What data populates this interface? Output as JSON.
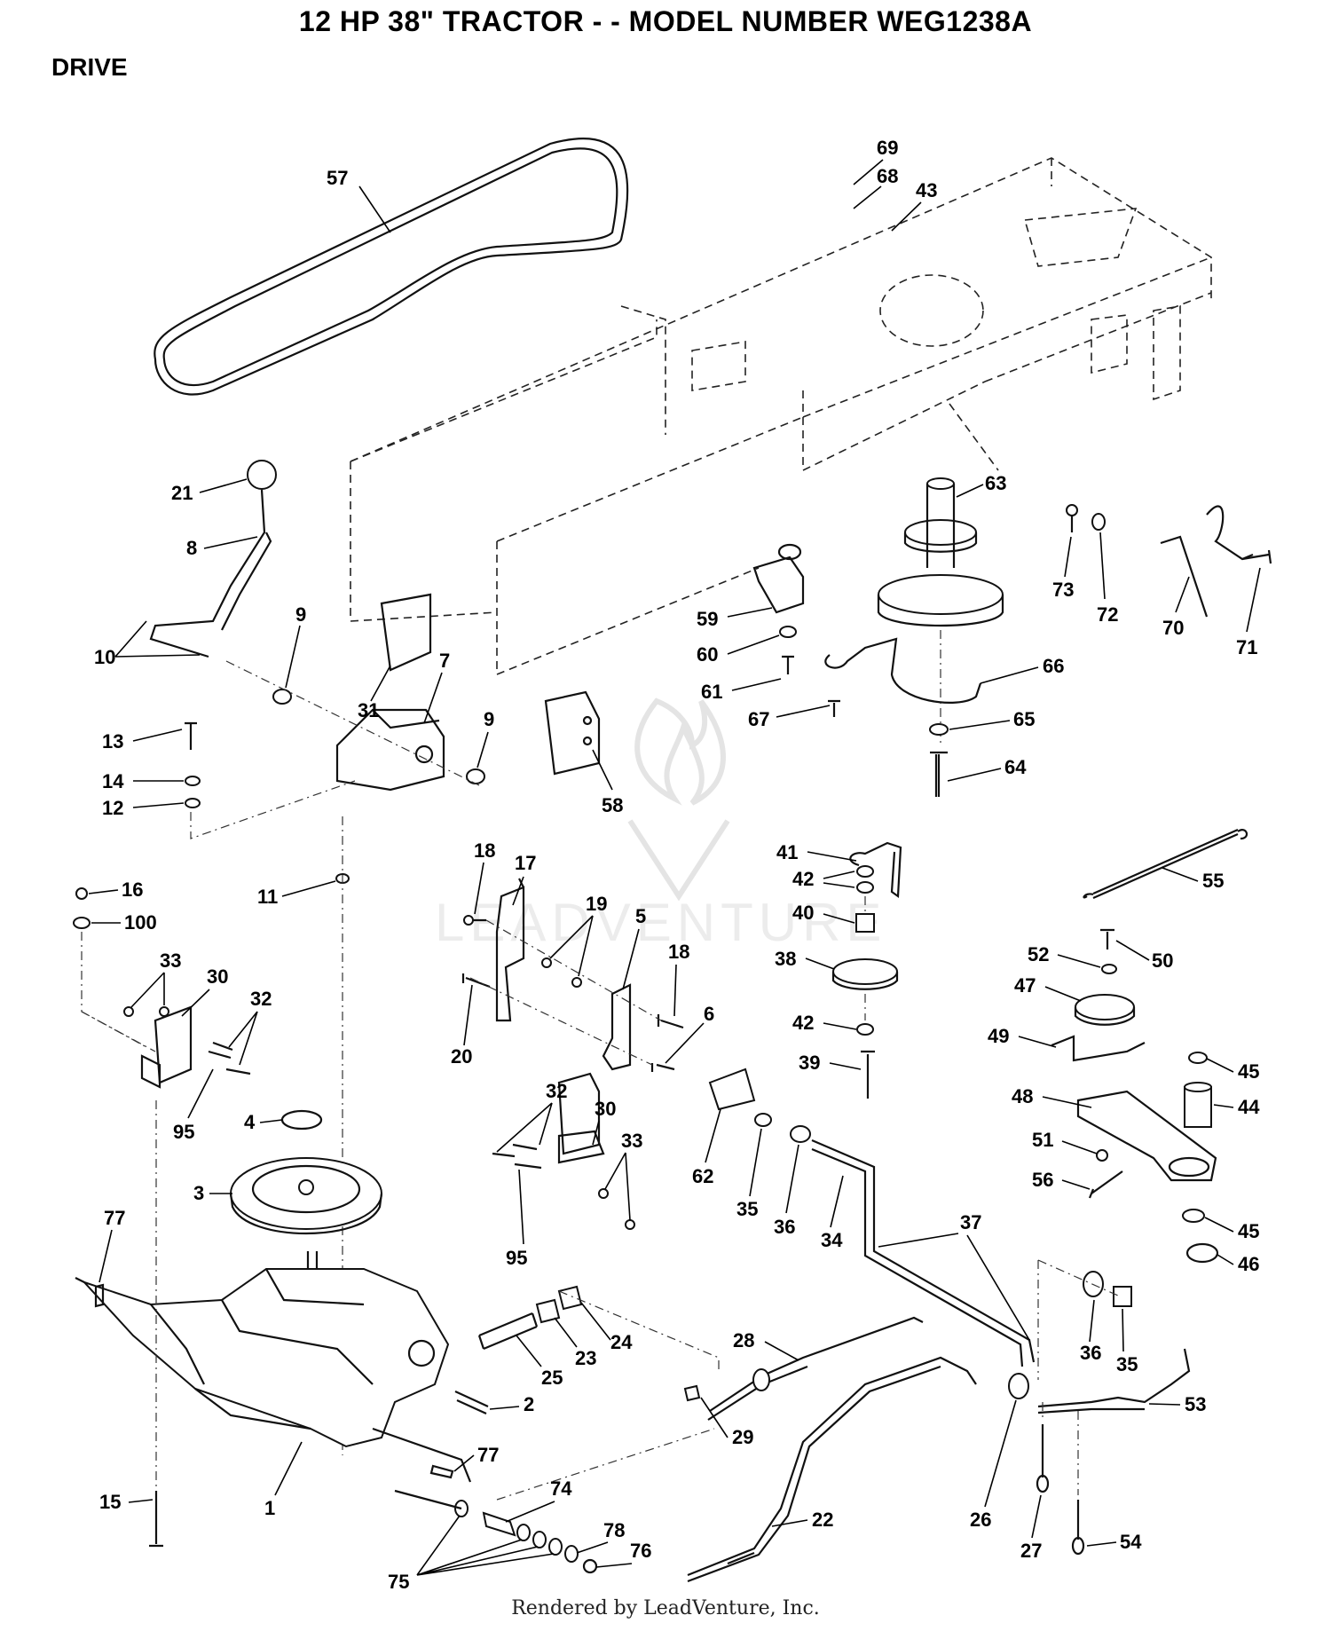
{
  "header": {
    "title": "12 HP 38\" TRACTOR - - MODEL NUMBER WEG1238A",
    "section": "DRIVE"
  },
  "watermark": "LEADVENTURE",
  "footer": "Rendered by LeadVenture, Inc.",
  "callouts": [
    {
      "id": "57",
      "label": "57"
    },
    {
      "id": "69",
      "label": "69"
    },
    {
      "id": "68",
      "label": "68"
    },
    {
      "id": "43",
      "label": "43"
    },
    {
      "id": "21",
      "label": "21"
    },
    {
      "id": "8",
      "label": "8"
    },
    {
      "id": "9a",
      "label": "9"
    },
    {
      "id": "10",
      "label": "10"
    },
    {
      "id": "31",
      "label": "31"
    },
    {
      "id": "7",
      "label": "7"
    },
    {
      "id": "9b",
      "label": "9"
    },
    {
      "id": "13",
      "label": "13"
    },
    {
      "id": "14",
      "label": "14"
    },
    {
      "id": "12",
      "label": "12"
    },
    {
      "id": "58",
      "label": "58"
    },
    {
      "id": "63",
      "label": "63"
    },
    {
      "id": "73",
      "label": "73"
    },
    {
      "id": "72",
      "label": "72"
    },
    {
      "id": "70",
      "label": "70"
    },
    {
      "id": "71",
      "label": "71"
    },
    {
      "id": "59",
      "label": "59"
    },
    {
      "id": "60",
      "label": "60"
    },
    {
      "id": "61",
      "label": "61"
    },
    {
      "id": "67",
      "label": "67"
    },
    {
      "id": "66",
      "label": "66"
    },
    {
      "id": "65",
      "label": "65"
    },
    {
      "id": "64",
      "label": "64"
    },
    {
      "id": "41",
      "label": "41"
    },
    {
      "id": "42a",
      "label": "42"
    },
    {
      "id": "40",
      "label": "40"
    },
    {
      "id": "38",
      "label": "38"
    },
    {
      "id": "42b",
      "label": "42"
    },
    {
      "id": "39",
      "label": "39"
    },
    {
      "id": "55",
      "label": "55"
    },
    {
      "id": "18a",
      "label": "18"
    },
    {
      "id": "17",
      "label": "17"
    },
    {
      "id": "19",
      "label": "19"
    },
    {
      "id": "5",
      "label": "5"
    },
    {
      "id": "18b",
      "label": "18"
    },
    {
      "id": "20",
      "label": "20"
    },
    {
      "id": "6",
      "label": "6"
    },
    {
      "id": "16",
      "label": "16"
    },
    {
      "id": "100",
      "label": "100"
    },
    {
      "id": "11",
      "label": "11"
    },
    {
      "id": "33a",
      "label": "33"
    },
    {
      "id": "30a",
      "label": "30"
    },
    {
      "id": "32a",
      "label": "32"
    },
    {
      "id": "95a",
      "label": "95"
    },
    {
      "id": "4",
      "label": "4"
    },
    {
      "id": "3",
      "label": "3"
    },
    {
      "id": "52",
      "label": "52"
    },
    {
      "id": "50",
      "label": "50"
    },
    {
      "id": "47",
      "label": "47"
    },
    {
      "id": "49",
      "label": "49"
    },
    {
      "id": "45a",
      "label": "45"
    },
    {
      "id": "44",
      "label": "44"
    },
    {
      "id": "48",
      "label": "48"
    },
    {
      "id": "51",
      "label": "51"
    },
    {
      "id": "56",
      "label": "56"
    },
    {
      "id": "45b",
      "label": "45"
    },
    {
      "id": "46",
      "label": "46"
    },
    {
      "id": "32b",
      "label": "32"
    },
    {
      "id": "30b",
      "label": "30"
    },
    {
      "id": "33b",
      "label": "33"
    },
    {
      "id": "95b",
      "label": "95"
    },
    {
      "id": "62",
      "label": "62"
    },
    {
      "id": "35a",
      "label": "35"
    },
    {
      "id": "36a",
      "label": "36"
    },
    {
      "id": "34",
      "label": "34"
    },
    {
      "id": "37",
      "label": "37"
    },
    {
      "id": "77a",
      "label": "77"
    },
    {
      "id": "24",
      "label": "24"
    },
    {
      "id": "23",
      "label": "23"
    },
    {
      "id": "25",
      "label": "25"
    },
    {
      "id": "28",
      "label": "28"
    },
    {
      "id": "36b",
      "label": "36"
    },
    {
      "id": "35b",
      "label": "35"
    },
    {
      "id": "2",
      "label": "2"
    },
    {
      "id": "53",
      "label": "53"
    },
    {
      "id": "29",
      "label": "29"
    },
    {
      "id": "77b",
      "label": "77"
    },
    {
      "id": "15",
      "label": "15"
    },
    {
      "id": "1",
      "label": "1"
    },
    {
      "id": "74",
      "label": "74"
    },
    {
      "id": "78",
      "label": "78"
    },
    {
      "id": "76",
      "label": "76"
    },
    {
      "id": "22",
      "label": "22"
    },
    {
      "id": "26",
      "label": "26"
    },
    {
      "id": "27",
      "label": "27"
    },
    {
      "id": "54",
      "label": "54"
    },
    {
      "id": "75",
      "label": "75"
    }
  ]
}
